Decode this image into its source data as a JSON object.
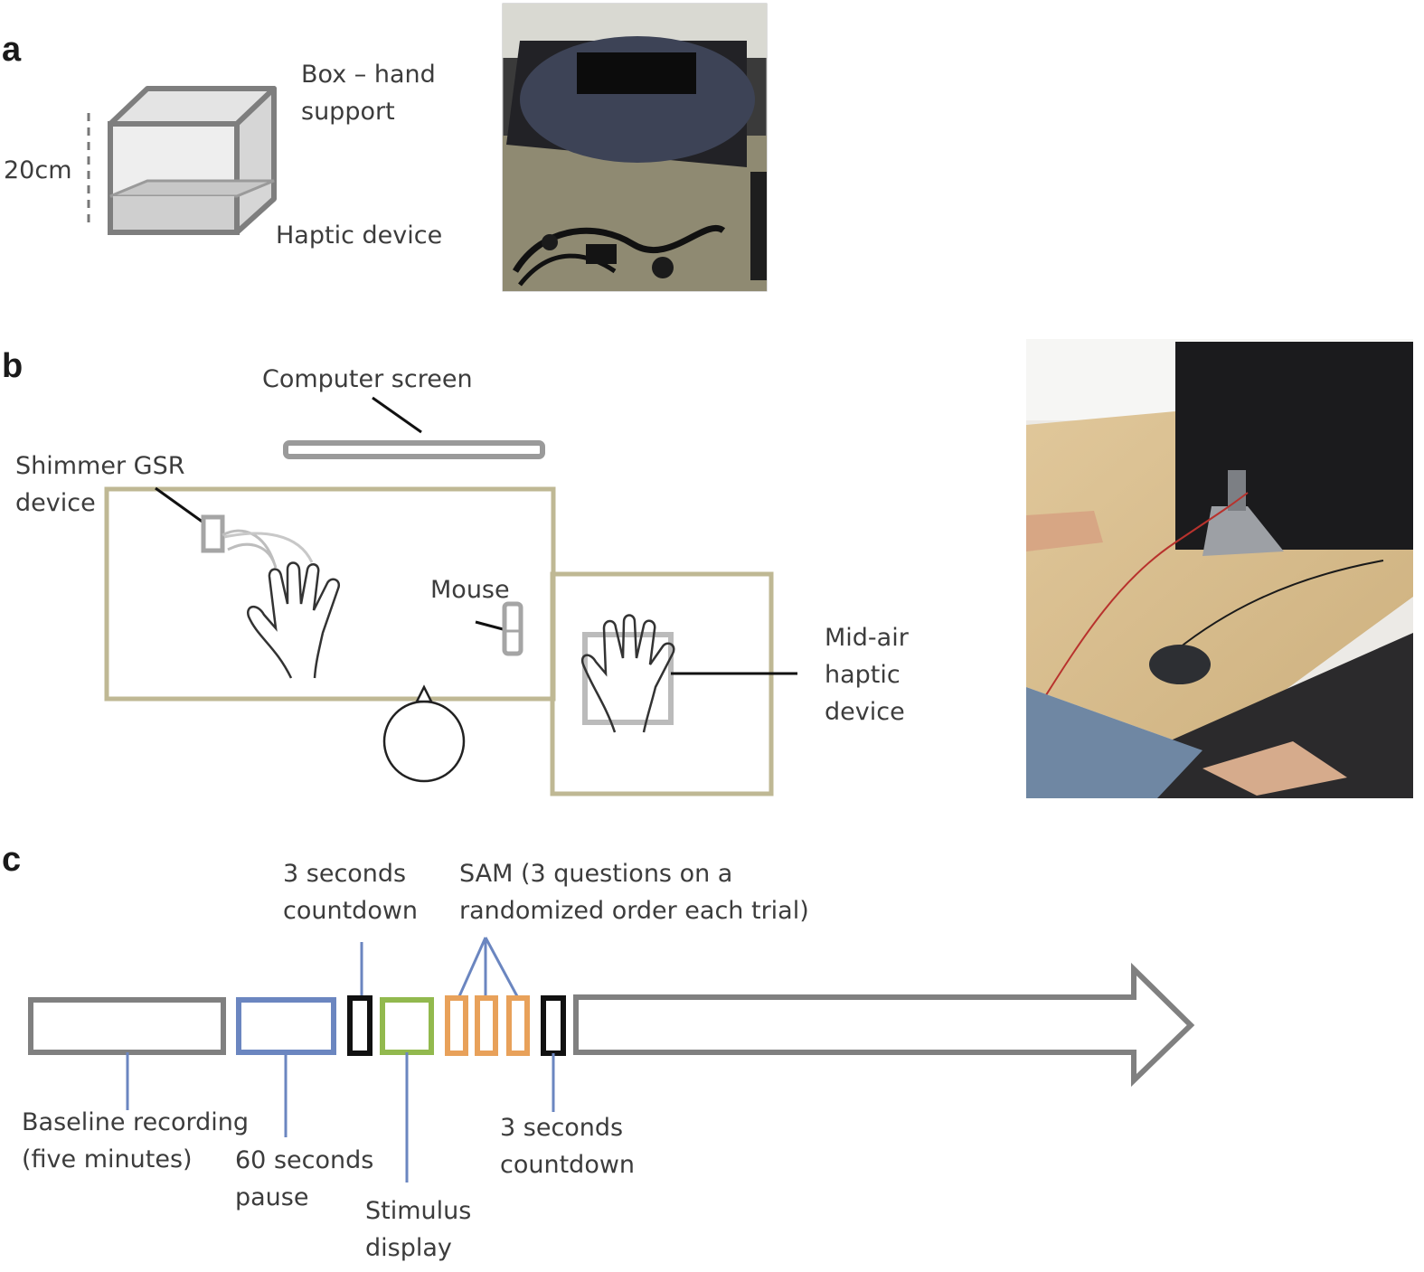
{
  "panels": {
    "a": {
      "letter": "a",
      "height_label": "20cm",
      "box_label": [
        "Box – hand",
        "support"
      ],
      "device_label": "Haptic device"
    },
    "b": {
      "letter": "b",
      "screen_label": "Computer screen",
      "gsr_label": [
        "Shimmer GSR",
        "device"
      ],
      "mouse_label": "Mouse",
      "haptic_label": [
        "Mid-air",
        "haptic",
        "device"
      ]
    },
    "c": {
      "letter": "c",
      "countdown_top": [
        "3 seconds",
        "countdown"
      ],
      "sam": [
        "SAM (3 questions on a",
        "randomized order each trial)"
      ],
      "baseline": [
        "Baseline recording",
        "(five minutes)"
      ],
      "pause": [
        "60 seconds",
        "pause"
      ],
      "stimulus": [
        "Stimulus",
        "display"
      ],
      "countdown_bottom": [
        "3 seconds",
        "countdown"
      ]
    }
  },
  "colors": {
    "gray": "#808080",
    "blue": "#6b86c0",
    "black": "#111111",
    "green": "#92b94e",
    "orange": "#e8a15a",
    "khaki": "#bfb894"
  }
}
